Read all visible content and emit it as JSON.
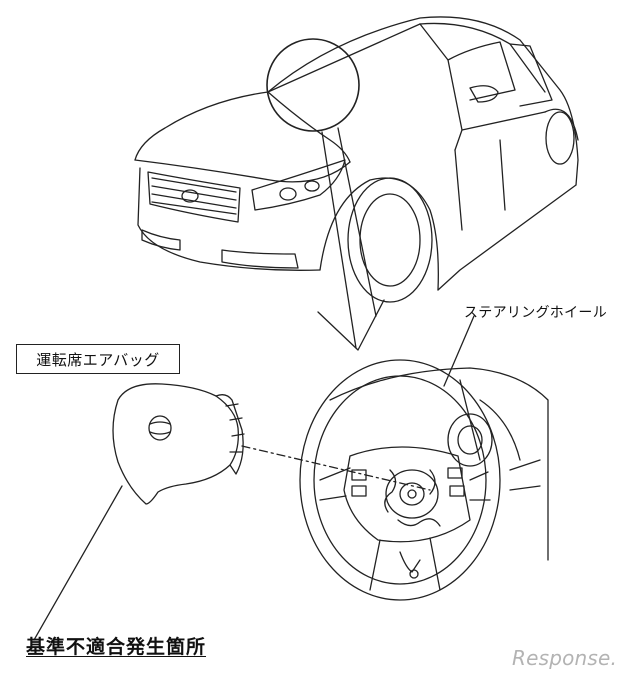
{
  "labels": {
    "driver_airbag": "運転席エアバッグ",
    "steering_wheel": "ステアリングホイール",
    "defect_location": "基準不適合発生箇所"
  },
  "watermark": {
    "text": "Response."
  },
  "colors": {
    "line": "#222222",
    "background": "#ffffff",
    "watermark": "#b3b3b3"
  }
}
